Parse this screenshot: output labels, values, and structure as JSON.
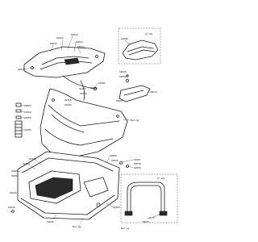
{
  "callouts": {
    "c92049": "92049",
    "c92015": "92015",
    "c92210": "92210",
    "c92022": "92022",
    "c92033a": "92033",
    "c92033b": "92033",
    "c92015b": "92015",
    "c92150": "92150",
    "c11053": "11053",
    "c92170": "92170",
    "c92210b": "92210",
    "c92026": "92026",
    "c92062": "92062",
    "c92014": "92014",
    "c92037": "92037",
    "c92024": "92024",
    "c14013": "14013",
    "c11065": "11065",
    "c92153": "92153",
    "c92160": "92160",
    "c92163": "92163",
    "c92161": "92161",
    "c92037b": "92037",
    "c92039": "92039",
    "c92150b": "92150",
    "c92200": "92200",
    "c92153b": "92153",
    "c92008": "92008",
    "c92033c": "92033",
    "c14078": "14078",
    "c92015c": "92015",
    "c92055": "92055",
    "c14026": "14026",
    "c92153c": "92153",
    "c39025": "39025",
    "c92015d": "92015",
    "ref1": "Ref. (a)",
    "ref2": "Ref. (a)",
    "ref3": "Ref. (a)",
    "inset1": "(2, 14)",
    "inset2": "(7, 12)"
  }
}
